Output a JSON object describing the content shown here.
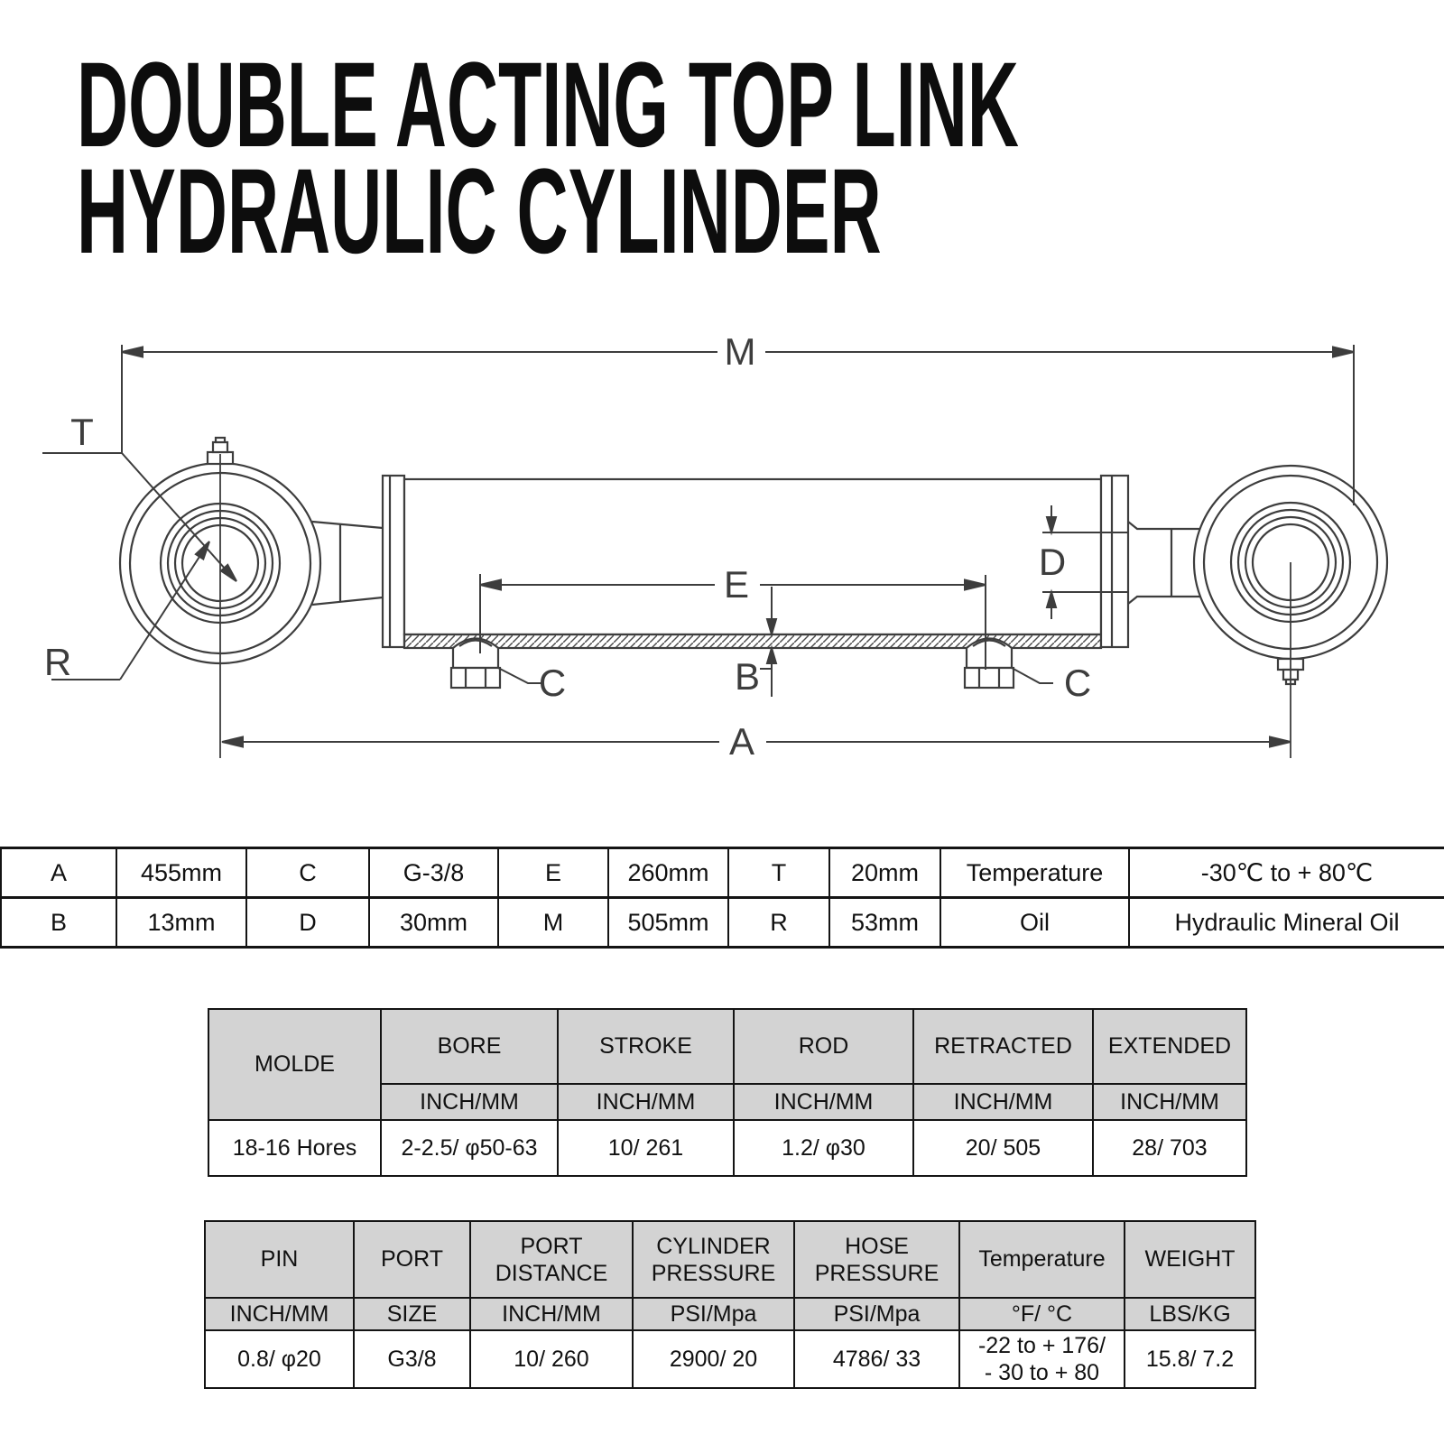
{
  "title": {
    "line1": "DOUBLE ACTING TOP LINK",
    "line2": "HYDRAULIC CYLINDER"
  },
  "diagram": {
    "labels": {
      "m": "M",
      "a": "A",
      "e": "E",
      "b": "B",
      "d": "D",
      "t": "T",
      "r": "R",
      "c_left": "C",
      "c_right": "C"
    }
  },
  "dim_table": {
    "row1": [
      "A",
      "455mm",
      "C",
      "G-3/8",
      "E",
      "260mm",
      "T",
      "20mm",
      "Temperature",
      "-30℃  to + 80℃"
    ],
    "row2": [
      "B",
      "13mm",
      "D",
      "30mm",
      "M",
      "505mm",
      "R",
      "53mm",
      "Oil",
      "Hydraulic Mineral Oil"
    ]
  },
  "model_table": {
    "headers": [
      "MOLDE",
      "BORE",
      "STROKE",
      "ROD",
      "RETRACTED",
      "EXTENDED"
    ],
    "units": [
      "INCH/MM",
      "INCH/MM",
      "INCH/MM",
      "INCH/MM",
      "INCH/MM"
    ],
    "values": [
      "18-16 Hores",
      "2-2.5/ φ50-63",
      "10/ 261",
      "1.2/ φ30",
      "20/ 505",
      "28/ 703"
    ]
  },
  "pin_table": {
    "headers": [
      "PIN",
      "PORT",
      "PORT DISTANCE",
      "CYLINDER PRESSURE",
      "HOSE PRESSURE",
      "Temperature",
      "WEIGHT"
    ],
    "units": [
      "INCH/MM",
      "SIZE",
      "INCH/MM",
      "PSI/Mpa",
      "PSI/Mpa",
      "°F/ °C",
      "LBS/KG"
    ],
    "values": [
      "0.8/ φ20",
      "G3/8",
      "10/ 260",
      "2900/ 20",
      "4786/ 33",
      "15.8/ 7.2"
    ],
    "temp_value": {
      "line1": "-22 to + 176/",
      "line2": "- 30 to + 80"
    }
  }
}
